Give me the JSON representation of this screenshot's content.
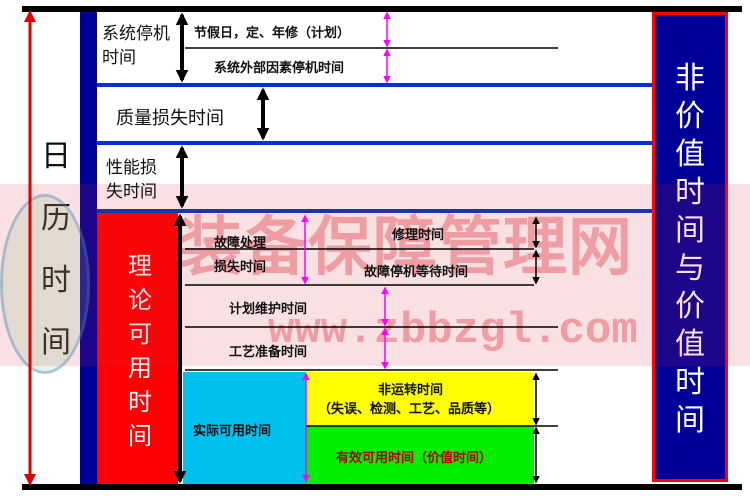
{
  "calendar_time": [
    "日",
    "历",
    "时",
    "间"
  ],
  "non_value_and_value_time": [
    "非",
    "价",
    "值",
    "时",
    "间",
    "与",
    "价",
    "值",
    "时",
    "间"
  ],
  "theoretical_available_time": [
    "理",
    "论",
    "可",
    "用",
    "时",
    "间"
  ],
  "system_stop_time": "系统停机时间",
  "holiday_time": "节假日，定、年修（计划）",
  "external_stop_time": "系统外部因素停机时间",
  "quality_loss_time": "质量损失时间",
  "performance_loss_time": "性能损失时间",
  "fault_loss_time": "故障处理损失时间",
  "repair_time": "修理时间",
  "fault_wait_time": "故障停机等待时间",
  "planned_maintenance_time": "计划维护时间",
  "process_prep_time": "工艺准备时间",
  "actual_available_time": "实际可用时间",
  "non_running_time": "非运转时间",
  "non_running_detail": "（失误、检测、工艺、品质等）",
  "effective_time": "有效可用时间（价值时间）",
  "watermark_text": "装备保障管理网",
  "watermark_url": "www.zbbzgl.com",
  "colors": {
    "navy": "#000099",
    "blue_frame": "#0033cc",
    "red": "#ff0000",
    "cyan": "#00c0f0",
    "yellow": "#ffff00",
    "green": "#00ee00",
    "magenta": "#ff00ff",
    "crimson": "#e00000"
  }
}
